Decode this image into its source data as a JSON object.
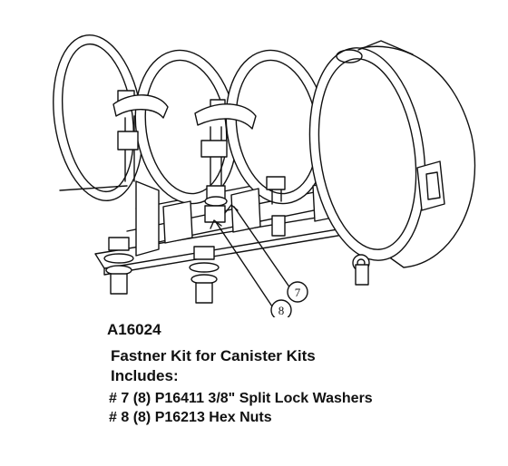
{
  "part_number": "A16024",
  "kit_title": "Fastner Kit for Canister Kits",
  "includes_label": "Includes:",
  "items": [
    {
      "callout": "7",
      "line": "# 7 (8) P16411 3/8\" Split Lock Washers"
    },
    {
      "callout": "8",
      "line": "# 8 (8) P16213 Hex Nuts"
    }
  ]
}
